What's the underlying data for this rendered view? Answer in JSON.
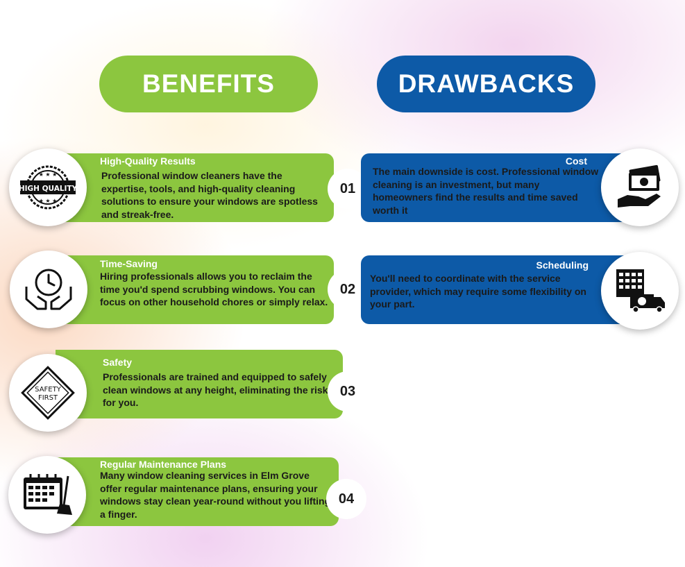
{
  "headers": {
    "benefits": "BENEFITS",
    "drawbacks": "DRAWBACKS"
  },
  "benefits": [
    {
      "number": "01",
      "title": "High-Quality Results",
      "text": "Professional window cleaners have the expertise, tools, and high-quality cleaning solutions to ensure your windows are spotless and streak-free.",
      "icon": "high-quality-badge-icon",
      "icon_text": "HIGH QUALITY"
    },
    {
      "number": "02",
      "title": "Time-Saving",
      "text": "Hiring professionals allows you to reclaim the time you'd spend scrubbing windows. You can focus on other household chores or simply relax.",
      "icon": "clock-in-hands-icon"
    },
    {
      "number": "03",
      "title": "Safety",
      "text": "Professionals are trained and equipped to safely clean windows at any height, eliminating the risk for you.",
      "icon": "safety-first-sign-icon",
      "icon_text_1": "SAFETY",
      "icon_text_2": "FIRST"
    },
    {
      "number": "04",
      "title": "Regular Maintenance Plans",
      "text": "Many window cleaning services in Elm Grove offer regular maintenance plans, ensuring your windows stay clean year-round without you lifting a finger.",
      "icon": "calendar-broom-icon"
    }
  ],
  "drawbacks": [
    {
      "title": "Cost",
      "text": "The main downside is cost. Professional window cleaning is an investment, but many homeowners find the results and time saved worth it",
      "icon": "money-in-hand-icon"
    },
    {
      "title": "Scheduling",
      "text": "You'll need to coordinate with the service provider, which may require some flexibility on your part.",
      "icon": "building-truck-icon"
    }
  ],
  "colors": {
    "green": "#8cc63f",
    "blue": "#0d5aa7",
    "white": "#ffffff",
    "text": "#1a1a1a"
  }
}
